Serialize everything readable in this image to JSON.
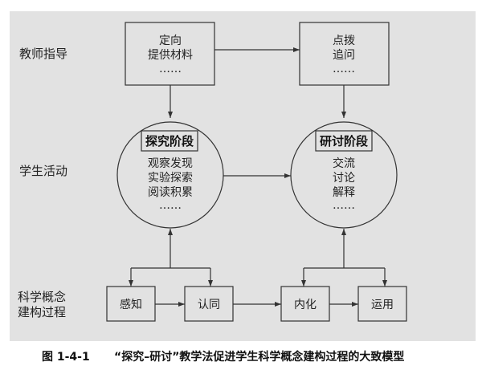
{
  "row_labels": {
    "teacher": "教师指导",
    "student": "学生活动",
    "concept_line1": "科学概念",
    "concept_line2": "建构过程"
  },
  "teacher_boxes": [
    {
      "lines": [
        "定向",
        "提供材料",
        "……"
      ]
    },
    {
      "lines": [
        "点拨",
        "追问",
        "……"
      ]
    }
  ],
  "stages": [
    {
      "title": "探究阶段",
      "lines": [
        "观察发现",
        "实验探索",
        "阅读积累",
        "……"
      ]
    },
    {
      "title": "研讨阶段",
      "lines": [
        "交流",
        "讨论",
        "解释",
        "……"
      ]
    }
  ],
  "process_steps": [
    "感知",
    "认同",
    "内化",
    "运用"
  ],
  "caption": {
    "number": "图 1-4-1",
    "text": "“探究–研讨”教学法促进学生科学概念建构过程的大致模型"
  },
  "colors": {
    "panel": "#e2e2e2",
    "stroke": "#333333"
  }
}
